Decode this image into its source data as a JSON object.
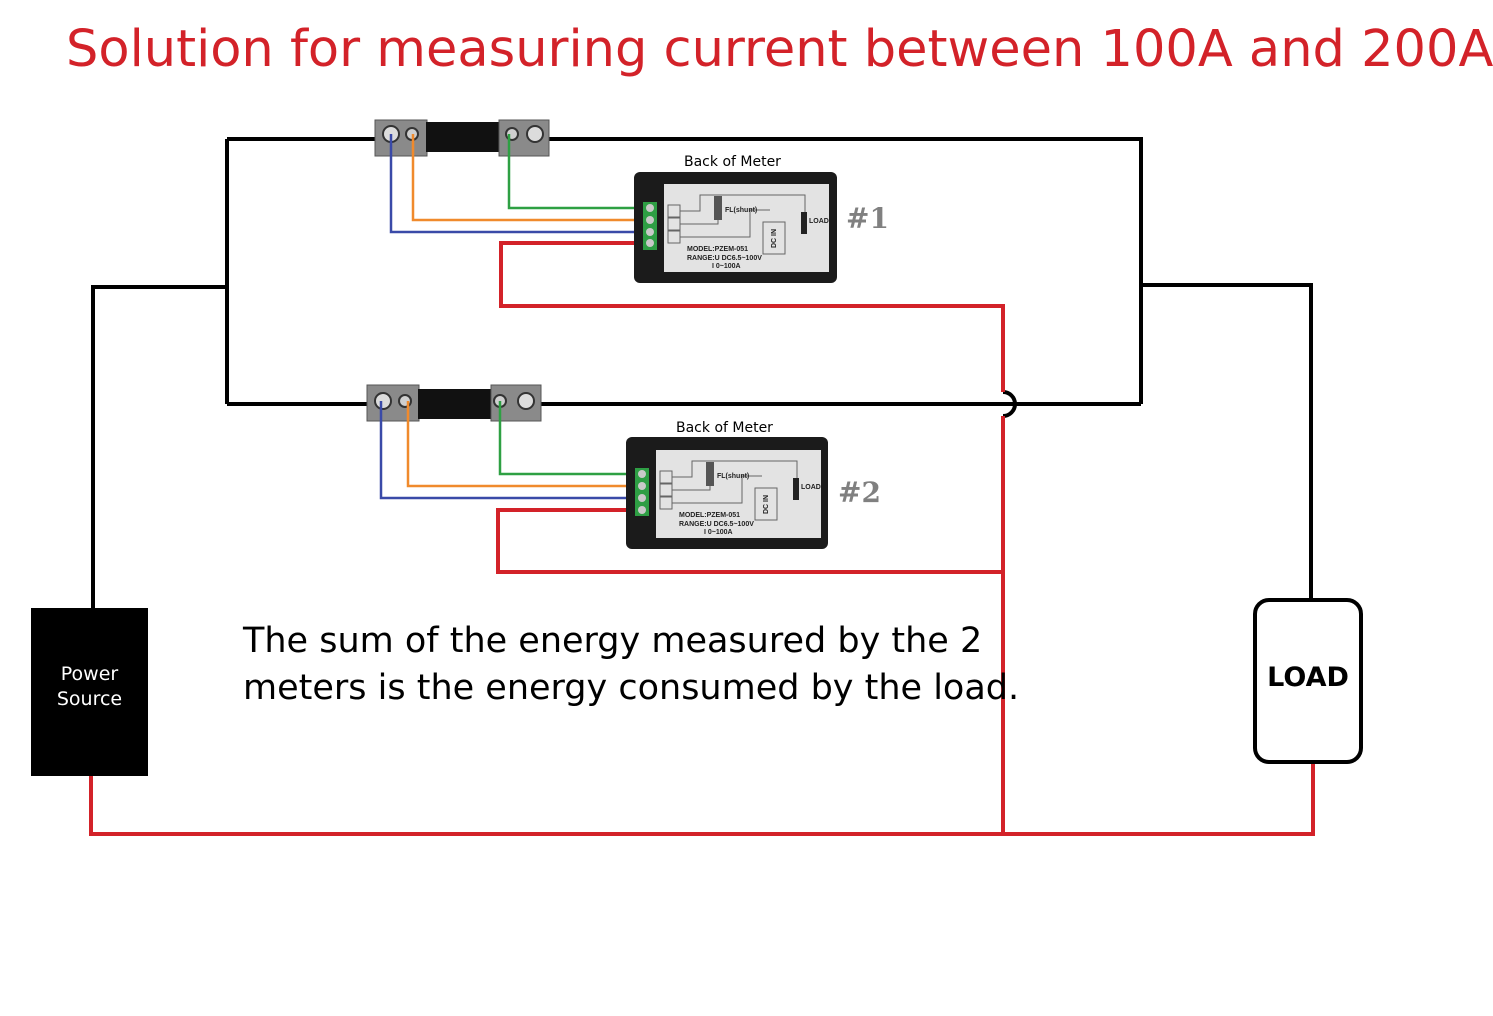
{
  "title": "Solution for measuring current between 100A and 200A",
  "note_line1": "The sum of the energy measured by the 2",
  "note_line2": "meters is the energy consumed by the load.",
  "power_source": {
    "line1": "Power",
    "line2": "Source"
  },
  "load_label": "LOAD",
  "meters": [
    {
      "tag": "#1",
      "caption": "Back of Meter",
      "shunt_label": "FL(shunt)",
      "load_text": "LOAD",
      "dc_text": "DC IN",
      "model": "MODEL:PZEM-051",
      "range_u": "RANGE:U DC6.5~100V",
      "range_i": "I 0~100A"
    },
    {
      "tag": "#2",
      "caption": "Back of Meter",
      "shunt_label": "FL(shunt)",
      "load_text": "LOAD",
      "dc_text": "DC IN",
      "model": "MODEL:PZEM-051",
      "range_u": "RANGE:U DC6.5~100V",
      "range_i": "I 0~100A"
    }
  ],
  "colors": {
    "title": "#d32229",
    "negative_wire": "#000000",
    "positive_wire": "#d32229",
    "green_wire": "#2ea043",
    "orange_wire": "#f08a2c",
    "blue_wire": "#3a4aa8",
    "meter_body": "#1b1b1b",
    "meter_label": "#e3e3e3",
    "shunt_metal": "#8a8a8a"
  }
}
